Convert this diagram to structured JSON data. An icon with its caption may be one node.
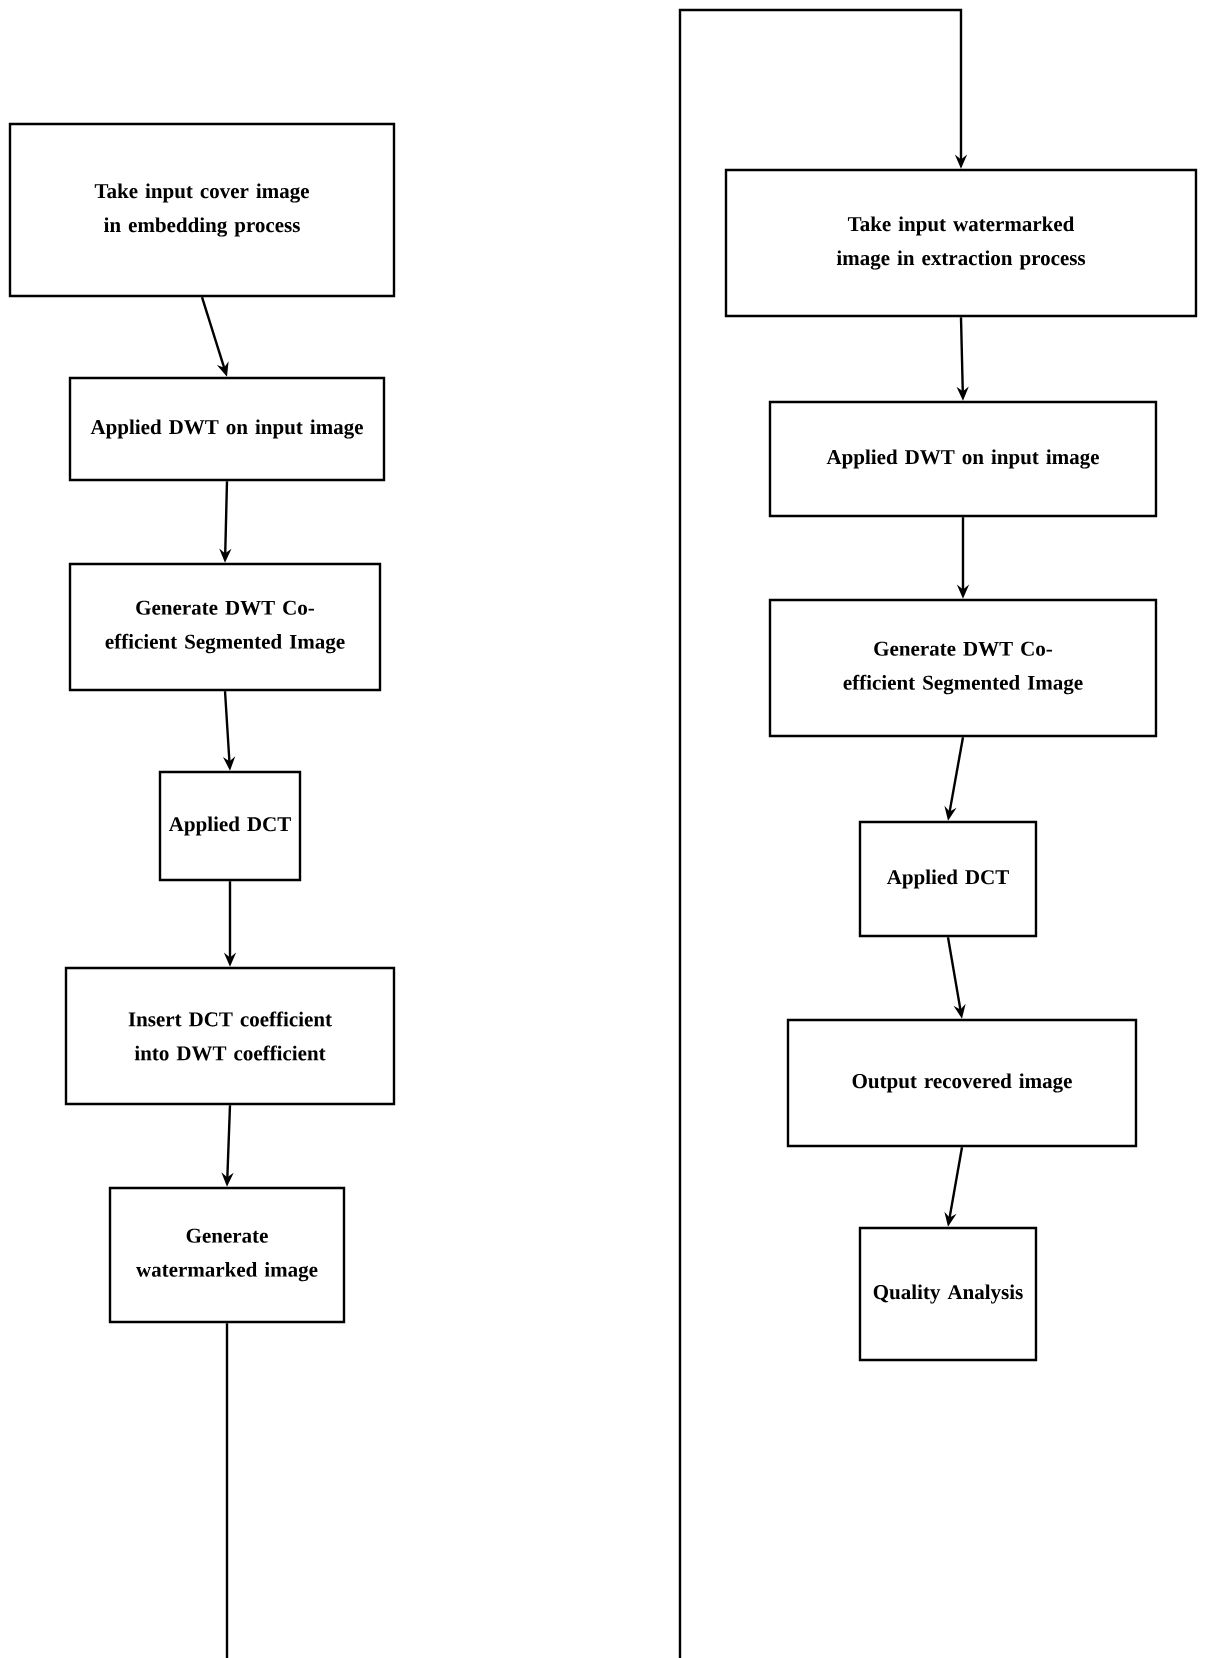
{
  "diagram": {
    "nodes": [
      {
        "text": [
          "Take input cover image in embedding process"
        ]
      },
      {
        "text": [
          "Applied DWT on input image"
        ]
      },
      {
        "text": [
          "Generate DWT Co-efficient Segmented Image"
        ]
      },
      {
        "text": [
          "Applied DCT"
        ]
      },
      {
        "text": [
          "Insert DCT coefficient into DWT coefficient"
        ]
      },
      {
        "text": [
          "Generate watermarked image"
        ]
      },
      {
        "text": [
          "Take input watermarked image in extraction process"
        ]
      },
      {
        "text": [
          "Applied DWT on input image"
        ]
      },
      {
        "text": [
          "Generate DWT Co-efficient Segmented Image"
        ]
      },
      {
        "text": [
          "Applied DCT"
        ]
      },
      {
        "text": [
          "Output recovered image"
        ]
      },
      {
        "text": [
          "Quality Analysis"
        ]
      }
    ],
    "edges": [
      {
        "from": 0,
        "to": 1,
        "arrow": "to"
      },
      {
        "from": 1,
        "to": 2,
        "arrow": "to"
      },
      {
        "from": 2,
        "to": 3,
        "arrow": "to"
      },
      {
        "from": 3,
        "to": 4,
        "arrow": "to"
      },
      {
        "from": 4,
        "to": 5,
        "arrow": "to"
      },
      {
        "from": 5,
        "to": 6,
        "arrow": "to"
      },
      {
        "from": 6,
        "to": 7,
        "arrow": "to"
      },
      {
        "from": 7,
        "to": 8,
        "arrow": "to"
      },
      {
        "from": 8,
        "to": 9,
        "arrow": "to"
      },
      {
        "from": 9,
        "to": 10,
        "arrow": "to"
      },
      {
        "from": 10,
        "to": 11,
        "arrow": "to"
      }
    ]
  }
}
